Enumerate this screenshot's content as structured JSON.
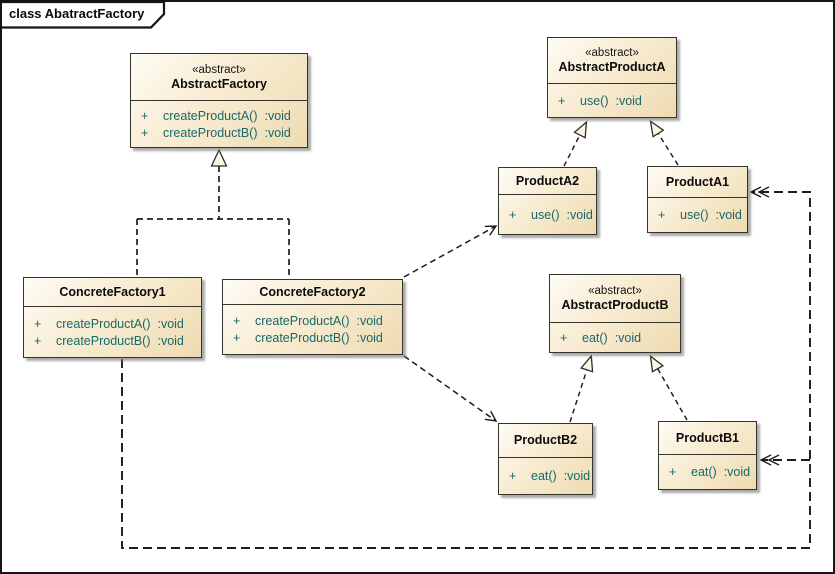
{
  "frame": {
    "title": "class AbatractFactory"
  },
  "colors": {
    "box_fill_light": "#fefcf5",
    "box_fill_dark": "#eedbb2",
    "box_border": "#35342b",
    "method_text": "#176969",
    "line": "#201f19",
    "frame_border": "#151515",
    "shadow": "#7d7d7d"
  },
  "classes": [
    {
      "stereotype": "«abstract»",
      "name": "AbstractFactory",
      "methods": [
        {
          "visibility": "+",
          "name": "createProductA()",
          "type": ":void"
        },
        {
          "visibility": "+",
          "name": "createProductB()",
          "type": ":void"
        }
      ]
    },
    {
      "stereotype": "«abstract»",
      "name": "AbstractProductA",
      "methods": [
        {
          "visibility": "+",
          "name": "use()",
          "type": ":void"
        }
      ]
    },
    {
      "stereotype": "",
      "name": "ProductA2",
      "methods": [
        {
          "visibility": "+",
          "name": "use()",
          "type": ":void"
        }
      ]
    },
    {
      "stereotype": "",
      "name": "ProductA1",
      "methods": [
        {
          "visibility": "+",
          "name": "use()",
          "type": ":void"
        }
      ]
    },
    {
      "stereotype": "",
      "name": "ConcreteFactory1",
      "methods": [
        {
          "visibility": "+",
          "name": "createProductA()",
          "type": ":void"
        },
        {
          "visibility": "+",
          "name": "createProductB()",
          "type": ":void"
        }
      ]
    },
    {
      "stereotype": "",
      "name": "ConcreteFactory2",
      "methods": [
        {
          "visibility": "+",
          "name": "createProductA()",
          "type": ":void"
        },
        {
          "visibility": "+",
          "name": "createProductB()",
          "type": ":void"
        }
      ]
    },
    {
      "stereotype": "«abstract»",
      "name": "AbstractProductB",
      "methods": [
        {
          "visibility": "+",
          "name": "eat()",
          "type": ":void"
        }
      ]
    },
    {
      "stereotype": "",
      "name": "ProductB2",
      "methods": [
        {
          "visibility": "+",
          "name": "eat()",
          "type": ":void"
        }
      ]
    },
    {
      "stereotype": "",
      "name": "ProductB1",
      "methods": [
        {
          "visibility": "+",
          "name": "eat()",
          "type": ":void"
        }
      ]
    }
  ],
  "relationships": [
    {
      "type": "realization",
      "from": "ConcreteFactory1",
      "to": "AbstractFactory"
    },
    {
      "type": "realization",
      "from": "ConcreteFactory2",
      "to": "AbstractFactory"
    },
    {
      "type": "realization",
      "from": "ProductA2",
      "to": "AbstractProductA"
    },
    {
      "type": "realization",
      "from": "ProductA1",
      "to": "AbstractProductA"
    },
    {
      "type": "realization",
      "from": "ProductB2",
      "to": "AbstractProductB"
    },
    {
      "type": "realization",
      "from": "ProductB1",
      "to": "AbstractProductB"
    },
    {
      "type": "dependency",
      "from": "ConcreteFactory2",
      "to": "ProductA2"
    },
    {
      "type": "dependency",
      "from": "ConcreteFactory2",
      "to": "ProductB2"
    },
    {
      "type": "dependency",
      "from": "ConcreteFactory1",
      "to": "ProductA1"
    },
    {
      "type": "dependency",
      "from": "ConcreteFactory1",
      "to": "ProductB1"
    }
  ]
}
